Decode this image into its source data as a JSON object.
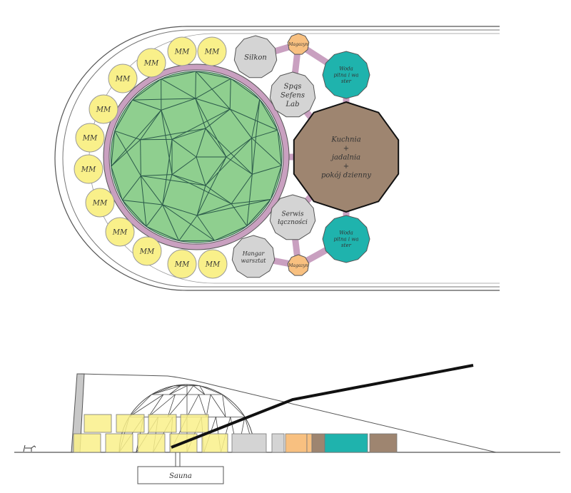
{
  "plan": {
    "living_pod_label": "MM",
    "rooms": {
      "silkon": "Silkon",
      "magazyn_top": "Magazyn",
      "water_top": [
        "Woda",
        "pitna i wa",
        "ster"
      ],
      "lab": [
        "Spqs",
        "Sefens",
        "Lab"
      ],
      "kitchen": [
        "Kuchnia",
        "+",
        "jadalnia",
        "+",
        "pokój dzienny"
      ],
      "serwis": [
        "Serwis",
        "łączności"
      ],
      "water_bottom": [
        "Woda",
        "pitna i wa",
        "ster"
      ],
      "hangar": [
        "Hangar",
        "warsztat"
      ],
      "magazyn_bottom": "Magazyn"
    }
  },
  "section": {
    "sauna_label": "Sauna"
  },
  "colors": {
    "dome": "#8fcf8f",
    "ring": "#c9a0c0",
    "pod": "#f9f08a",
    "gray": "#d4d4d4",
    "orange": "#f8c080",
    "teal": "#1fb3ad",
    "brown": "#9e8570"
  }
}
